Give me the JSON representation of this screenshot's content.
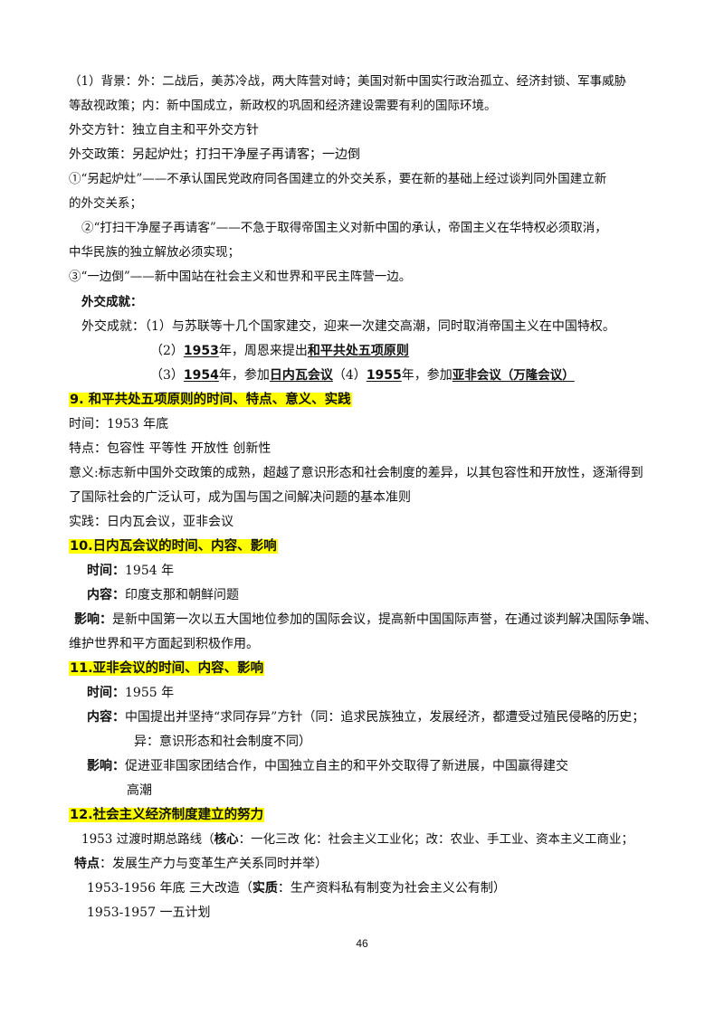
{
  "bg": {
    "line1": "（1）背景：外：二战后，美苏冷战，两大阵营对峙；美国对新中国实行政治孤立、经济封锁、军事威胁",
    "line2": "等敌视政策；内：新中国成立，新政权的巩固和经济建设需要有利的国际环境。"
  },
  "policy": {
    "guideline": "外交方针：独立自主和平外交方针",
    "policies": "外交政策：另起炉灶；打扫干净屋子再请客；一边倒",
    "p1_line1": "①“另起炉灶”——不承认国民党政府同各国建立的外交关系，要在新的基础上经过谈判同外国建立新",
    "p1_line2": "的外交关系；",
    "p2_line1": "②“打扫干净屋子再请客”——不急于取得帝国主义对新中国的承认，帝国主义在华特权必须取消，",
    "p2_line2": "中华民族的独立解放必须实现；",
    "p3": "③“一边倒”——新中国站在社会主义和世界和平民主阵营一边。"
  },
  "achievements": {
    "heading": "外交成就：",
    "a1": "外交成就：（1）与苏联等十几个国家建交，迎来一次建交高潮，同时取消帝国主义在中国特权。",
    "a2_prefix": "（2）",
    "a2_year": "1953",
    "a2_mid": "年，周恩来提出",
    "a2_topic": "和平共处五项原则",
    "a3_prefix": "（3）",
    "a3_year": "1954",
    "a3_mid": "年，参加",
    "a3_topic": "日内瓦会议",
    "a4_prefix": "（4）",
    "a4_year": "1955",
    "a4_mid": "年，参加",
    "a4_topic": "亚非会议（万隆会议）"
  },
  "s9": {
    "title": "9. 和平共处五项原则的时间、特点、意义、实践",
    "time": "时间：1953 年底",
    "features": "特点：包容性  平等性  开放性  创新性",
    "meaning1": "意义:标志新中国外交政策的成熟，超越了意识形态和社会制度的差异，以其包容性和开放性，逐渐得到",
    "meaning2": "了国际社会的广泛认可，成为国与国之间解决问题的基本准则",
    "practice": "实践：日内瓦会议，亚非会议"
  },
  "s10": {
    "title": "10.日内瓦会议的时间、内容、影响",
    "time_label": "时间：",
    "time_value": "1954 年",
    "content_label": "内容：",
    "content_value": "印度支那和朝鲜问题",
    "impact_label": "影响：",
    "impact1": "是新中国第一次以五大国地位参加的国际会议，提高新中国国际声誉，在通过谈判解决国际争端、",
    "impact2": "维护世界和平方面起到积极作用。"
  },
  "s11": {
    "title": "11.亚非会议的时间、内容、影响",
    "time_label": "时间：",
    "time_value": "1955 年",
    "content_label": "内容：",
    "content1": "中国提出并坚持“求同存异”方针（同：追求民族独立，发展经济，都遭受过殖民侵略的历史；",
    "content2": "异：意识形态和社会制度不同）",
    "impact_label": "影响：",
    "impact1": "促进亚非国家团结合作，中国独立自主的和平外交取得了新进展，中国赢得建交",
    "impact2": "高潮"
  },
  "s12": {
    "title": "12.社会主义经济制度建立的努力",
    "l1_prefix": "1953  过渡时期总路线（",
    "l1_core_label": "核心",
    "l1_rest": "：一化三改  化：社会主义工业化；改：农业、手工业、资本主义工商业；",
    "l2_label": "特点",
    "l2_rest": "：发展生产力与变革生产关系同时并举）",
    "l3_prefix": "1953-1956 年底  三大改造（",
    "l3_label": "实质",
    "l3_rest": "：生产资料私有制变为社会主义公有制）",
    "l4": "1953-1957  一五计划"
  },
  "page_number": "46"
}
